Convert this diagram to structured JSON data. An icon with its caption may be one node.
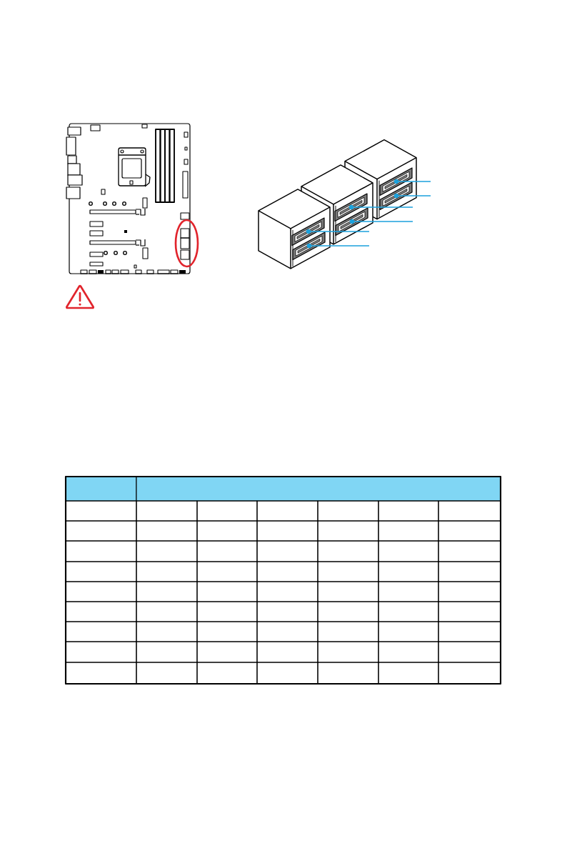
{
  "diagram": {
    "nodes": [
      {
        "text": [],
        "shape": "picture"
      },
      {
        "text": [],
        "shape": "picture"
      },
      {
        "text": [],
        "shape": "picture"
      },
      {
        "text": [],
        "shape": "picture"
      },
      {
        "text": [],
        "shape": "picture"
      },
      {
        "text": [],
        "shape": "picture"
      }
    ],
    "edges": [
      {
        "from": null,
        "to": 0,
        "arrow": "other"
      },
      {
        "from": null,
        "to": 1,
        "arrow": "other"
      },
      {
        "from": null,
        "to": 2,
        "arrow": "other"
      },
      {
        "from": null,
        "to": 3,
        "arrow": "other"
      },
      {
        "from": null,
        "to": 4,
        "arrow": "other"
      },
      {
        "from": null,
        "to": 5,
        "arrow": "other"
      }
    ]
  }
}
